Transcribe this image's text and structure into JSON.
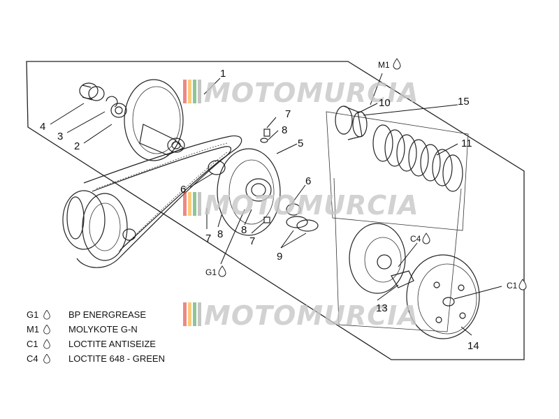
{
  "watermark": {
    "text": "MOTOMURCIA",
    "stripe_colors": [
      "#e53935",
      "#f9a825",
      "#43a047",
      "#9e9e9e"
    ]
  },
  "callouts": {
    "c1": "1",
    "c2": "2",
    "c3": "3",
    "c4": "4",
    "c5": "5",
    "c6a": "6",
    "c6b": "6",
    "c7a": "7",
    "c7b": "7",
    "c7c": "7",
    "c8a": "8",
    "c8b": "8",
    "c8c": "8",
    "c9": "9",
    "c10": "10",
    "c11": "11",
    "c13": "13",
    "c14": "14",
    "c15": "15",
    "m1": "M1",
    "c4tag": "C4",
    "c1tag": "C1",
    "g1": "G1"
  },
  "legend": [
    {
      "code": "G1",
      "icon": "drop-icon",
      "desc": "BP ENERGREASE"
    },
    {
      "code": "M1",
      "icon": "drop-icon",
      "desc": "MOLYKOTE G-N"
    },
    {
      "code": "C1",
      "icon": "drop-icon",
      "desc": "LOCTITE ANTISEIZE"
    },
    {
      "code": "C4",
      "icon": "drop-icon",
      "desc": "LOCTITE 648 - GREEN"
    }
  ]
}
